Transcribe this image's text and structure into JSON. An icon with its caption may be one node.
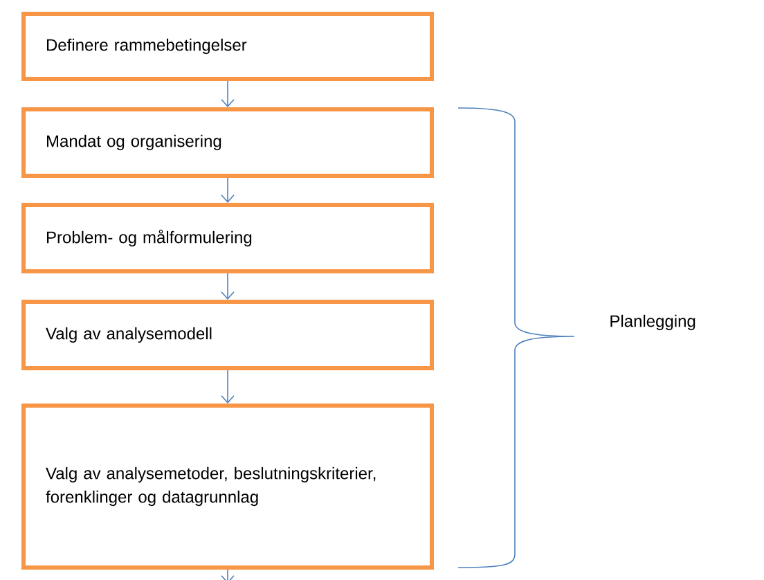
{
  "diagram": {
    "nodes": [
      {
        "text": [
          "Definere rammebetingelser"
        ]
      },
      {
        "text": [
          "Mandat og organisering"
        ]
      },
      {
        "text": [
          "Problem- og målformulering"
        ]
      },
      {
        "text": [
          "Valg av analysemodell"
        ]
      },
      {
        "text": [
          "Valg av analysemetoder, beslutningskriterier, forenklinger og datagrunnlag"
        ]
      }
    ],
    "edges": [
      {
        "from": 0,
        "to": 1,
        "arrow": "to"
      },
      {
        "from": 1,
        "to": 2,
        "arrow": "to"
      },
      {
        "from": 2,
        "to": 3,
        "arrow": "to"
      },
      {
        "from": 3,
        "to": 4,
        "arrow": "to"
      },
      {
        "from": 4,
        "to": null,
        "arrow": "to"
      }
    ],
    "labels": [
      "Planlegging"
    ]
  }
}
